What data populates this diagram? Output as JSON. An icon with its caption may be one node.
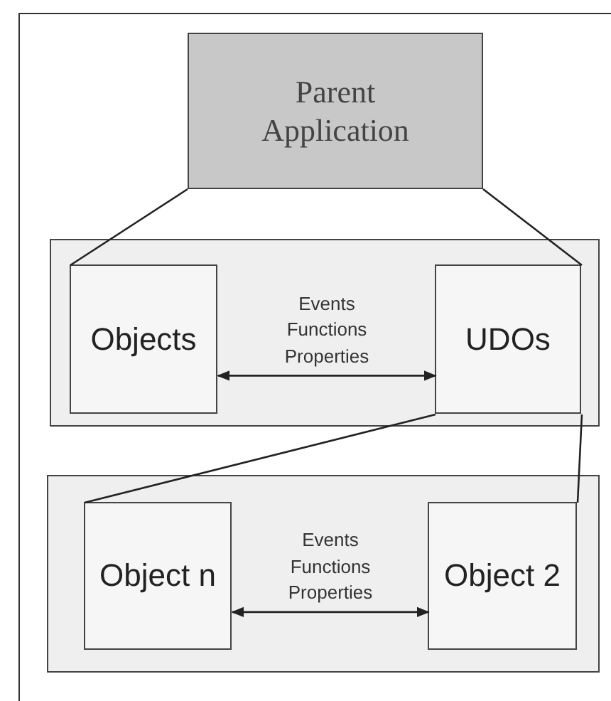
{
  "diagram": {
    "nodes": [
      {
        "text": [
          "Parent Application"
        ]
      },
      {
        "text": [],
        "shape": "box"
      },
      {
        "text": [
          "Objects"
        ],
        "in": 1
      },
      {
        "text": [
          "UDOs"
        ],
        "in": 1
      },
      {
        "text": [],
        "shape": "box"
      },
      {
        "text": [
          "Object n"
        ],
        "in": 4
      },
      {
        "text": [
          "Object 2"
        ],
        "in": 4
      }
    ],
    "edges": [
      {
        "from": 0,
        "to": 2,
        "arrow": "none"
      },
      {
        "from": 0,
        "to": 3,
        "arrow": "none"
      },
      {
        "from": 2,
        "to": 3,
        "arrow": "both",
        "label": "Events Functions Properties"
      },
      {
        "from": 3,
        "to": 5,
        "arrow": "none"
      },
      {
        "from": 3,
        "to": 6,
        "arrow": "none"
      },
      {
        "from": 5,
        "to": 6,
        "arrow": "both",
        "label": "Events Functions Properties"
      }
    ]
  }
}
